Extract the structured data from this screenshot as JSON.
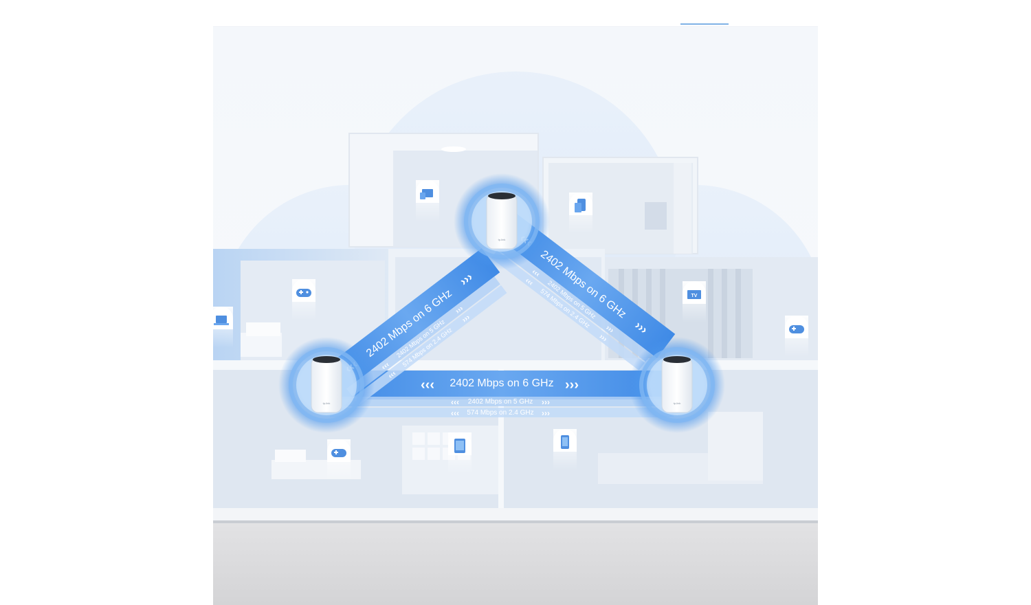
{
  "labels": {
    "upper_left_main": "2402 Mbps on 6 GHz",
    "upper_left_5g": "2402 Mbps on 5 GHz",
    "upper_left_24g": "574 Mbps on 2.4 GHz",
    "upper_right_main": "2402 Mbps on 6 GHz",
    "upper_right_5g": "2402 Mbps on 5 GHz",
    "upper_right_24g": "574 Mbps on 2.4 GHz",
    "bottom_main": "2402 Mbps on 6 GHz",
    "bottom_5g": "2402 Mbps on 5 GHz",
    "bottom_24g": "574 Mbps on 2.4 GHz",
    "arrows_left": "‹‹‹",
    "arrows_right": "›››",
    "brand_mark": "tp-link"
  },
  "colors": {
    "band_6ghz": "#4f95ea",
    "band_minor": "#b6d3f6",
    "glow": "#3d8de8",
    "house": "#e4ebf3",
    "room": "#dde5ef",
    "sky": "#eef4fb",
    "floor": "#d9d9db"
  },
  "icons": {
    "devices": [
      "computer-icon",
      "phone-tablet-icon",
      "gamepad-icon",
      "laptop-icon",
      "tv-icon",
      "gamepad-icon",
      "gamepad-icon",
      "tablet-icon",
      "phone-icon"
    ]
  }
}
